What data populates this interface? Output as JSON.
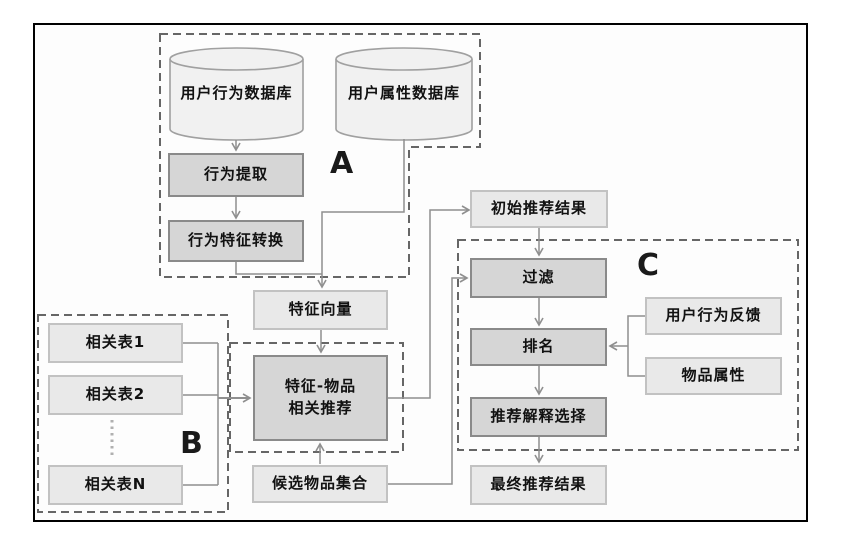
{
  "nodes": {
    "user_behavior_db": "用户行为数据库",
    "user_attr_db": "用户属性数据库",
    "behavior_extract": "行为提取",
    "behavior_feature_convert": "行为特征转换",
    "feature_vector": "特征向量",
    "feature_item_rec": "特征-物品\n相关推荐",
    "candidate_items": "候选物品集合",
    "rel_table_1": "相关表1",
    "rel_table_2": "相关表2",
    "rel_table_n": "相关表N",
    "initial_results": "初始推荐结果",
    "filter": "过滤",
    "ranking": "排名",
    "explain_select": "推荐解释选择",
    "final_results": "最终推荐结果",
    "user_feedback": "用户行为反馈",
    "item_attrs": "物品属性"
  },
  "group_labels": {
    "a": "A",
    "b": "B",
    "c": "C"
  },
  "colors": {
    "frame_border": "#000000",
    "dashed_group_border": "#666666",
    "dark_box_fill": "#d6d6d6",
    "dark_box_border": "#8a8a8a",
    "light_box_fill": "#e9e9e9",
    "light_box_border": "#c2c2c2",
    "cylinder_fill": "#f1f1f1",
    "cylinder_stroke": "#a0a0a0",
    "connector": "#8f8f8f",
    "text": "#111111"
  }
}
